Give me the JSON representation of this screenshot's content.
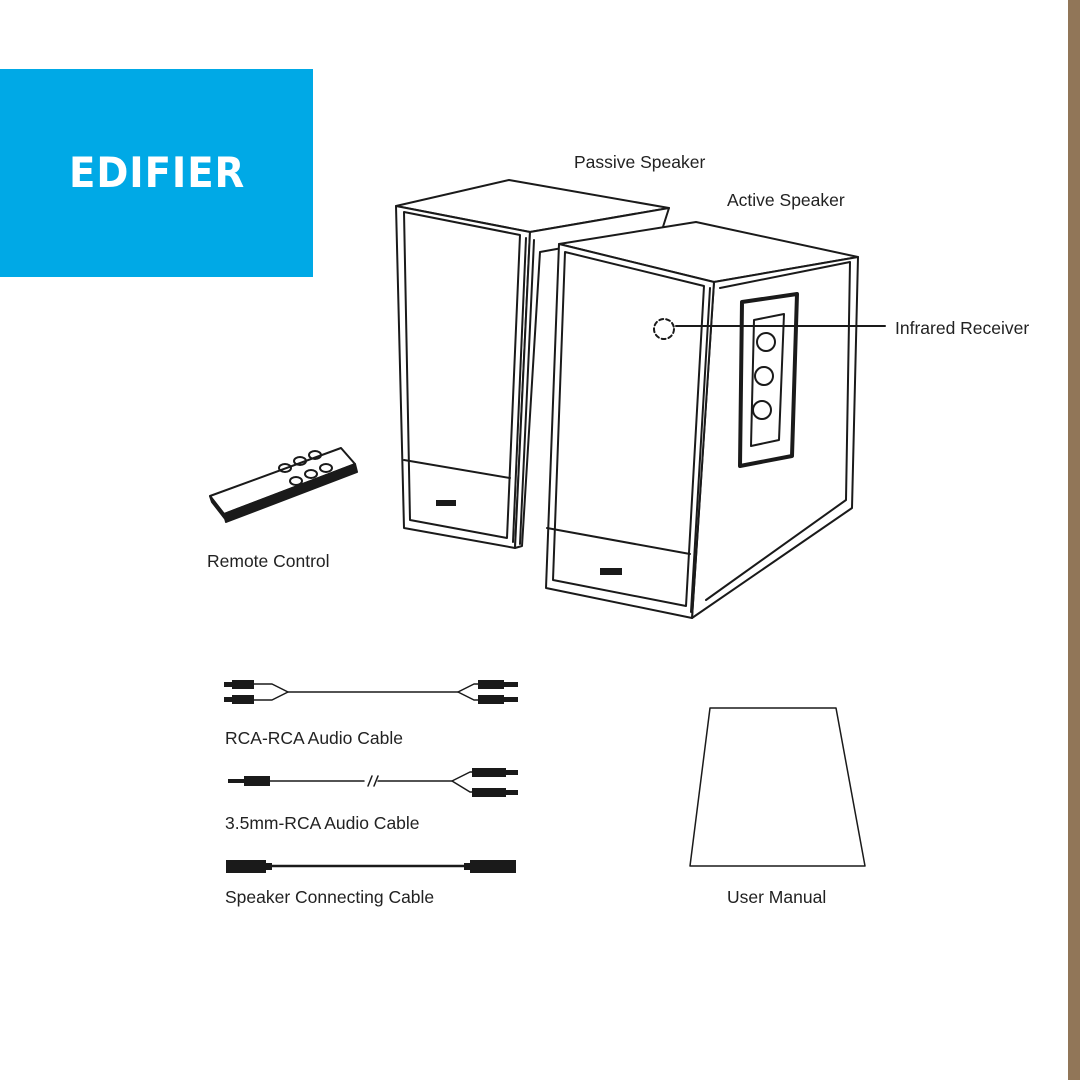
{
  "brand": {
    "name": "EDIFIER",
    "color": "#00a9e6"
  },
  "frame": {
    "stripe_color": "#917658"
  },
  "labels": {
    "passive_speaker": "Passive Speaker",
    "active_speaker": "Active Speaker",
    "infrared_receiver": "Infrared Receiver",
    "remote_control": "Remote Control",
    "rca_cable": "RCA-RCA Audio Cable",
    "mini_jack_cable": "3.5mm-RCA Audio Cable",
    "speaker_cable": "Speaker Connecting Cable",
    "user_manual": "User Manual"
  }
}
